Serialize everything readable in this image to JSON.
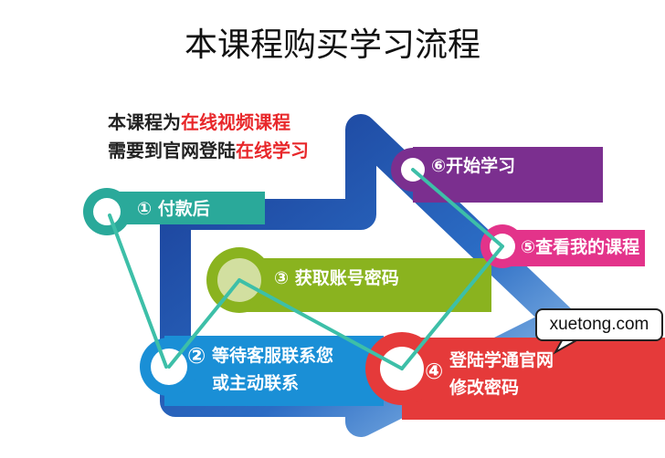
{
  "title": "本课程购买学习流程",
  "intro": {
    "line1_prefix": "本课程为",
    "line1_highlight": "在线视频课程",
    "line2_prefix": "需要到官网登陆",
    "line2_highlight": "在线学习"
  },
  "steps": [
    {
      "num": "①",
      "lines": [
        "付款后"
      ],
      "color": "#2aa99a"
    },
    {
      "num": "②",
      "lines": [
        "等待客服联系您",
        "或主动联系"
      ],
      "color": "#1a8fd6"
    },
    {
      "num": "③",
      "lines": [
        "获取账号密码"
      ],
      "color": "#8ab31f"
    },
    {
      "num": "④",
      "lines": [
        "登陆学通官网",
        "修改密码"
      ],
      "color": "#e53a3a"
    },
    {
      "num": "⑤",
      "lines": [
        "查看我的课程"
      ],
      "color": "#e3338a"
    },
    {
      "num": "⑥",
      "lines": [
        "开始学习"
      ],
      "color": "#7b2f8f"
    }
  ],
  "bubble": "xuetong.com",
  "colors": {
    "arrow": "#1d4fa8",
    "connector": "#3dbfa8",
    "highlight": "#e8282b"
  }
}
